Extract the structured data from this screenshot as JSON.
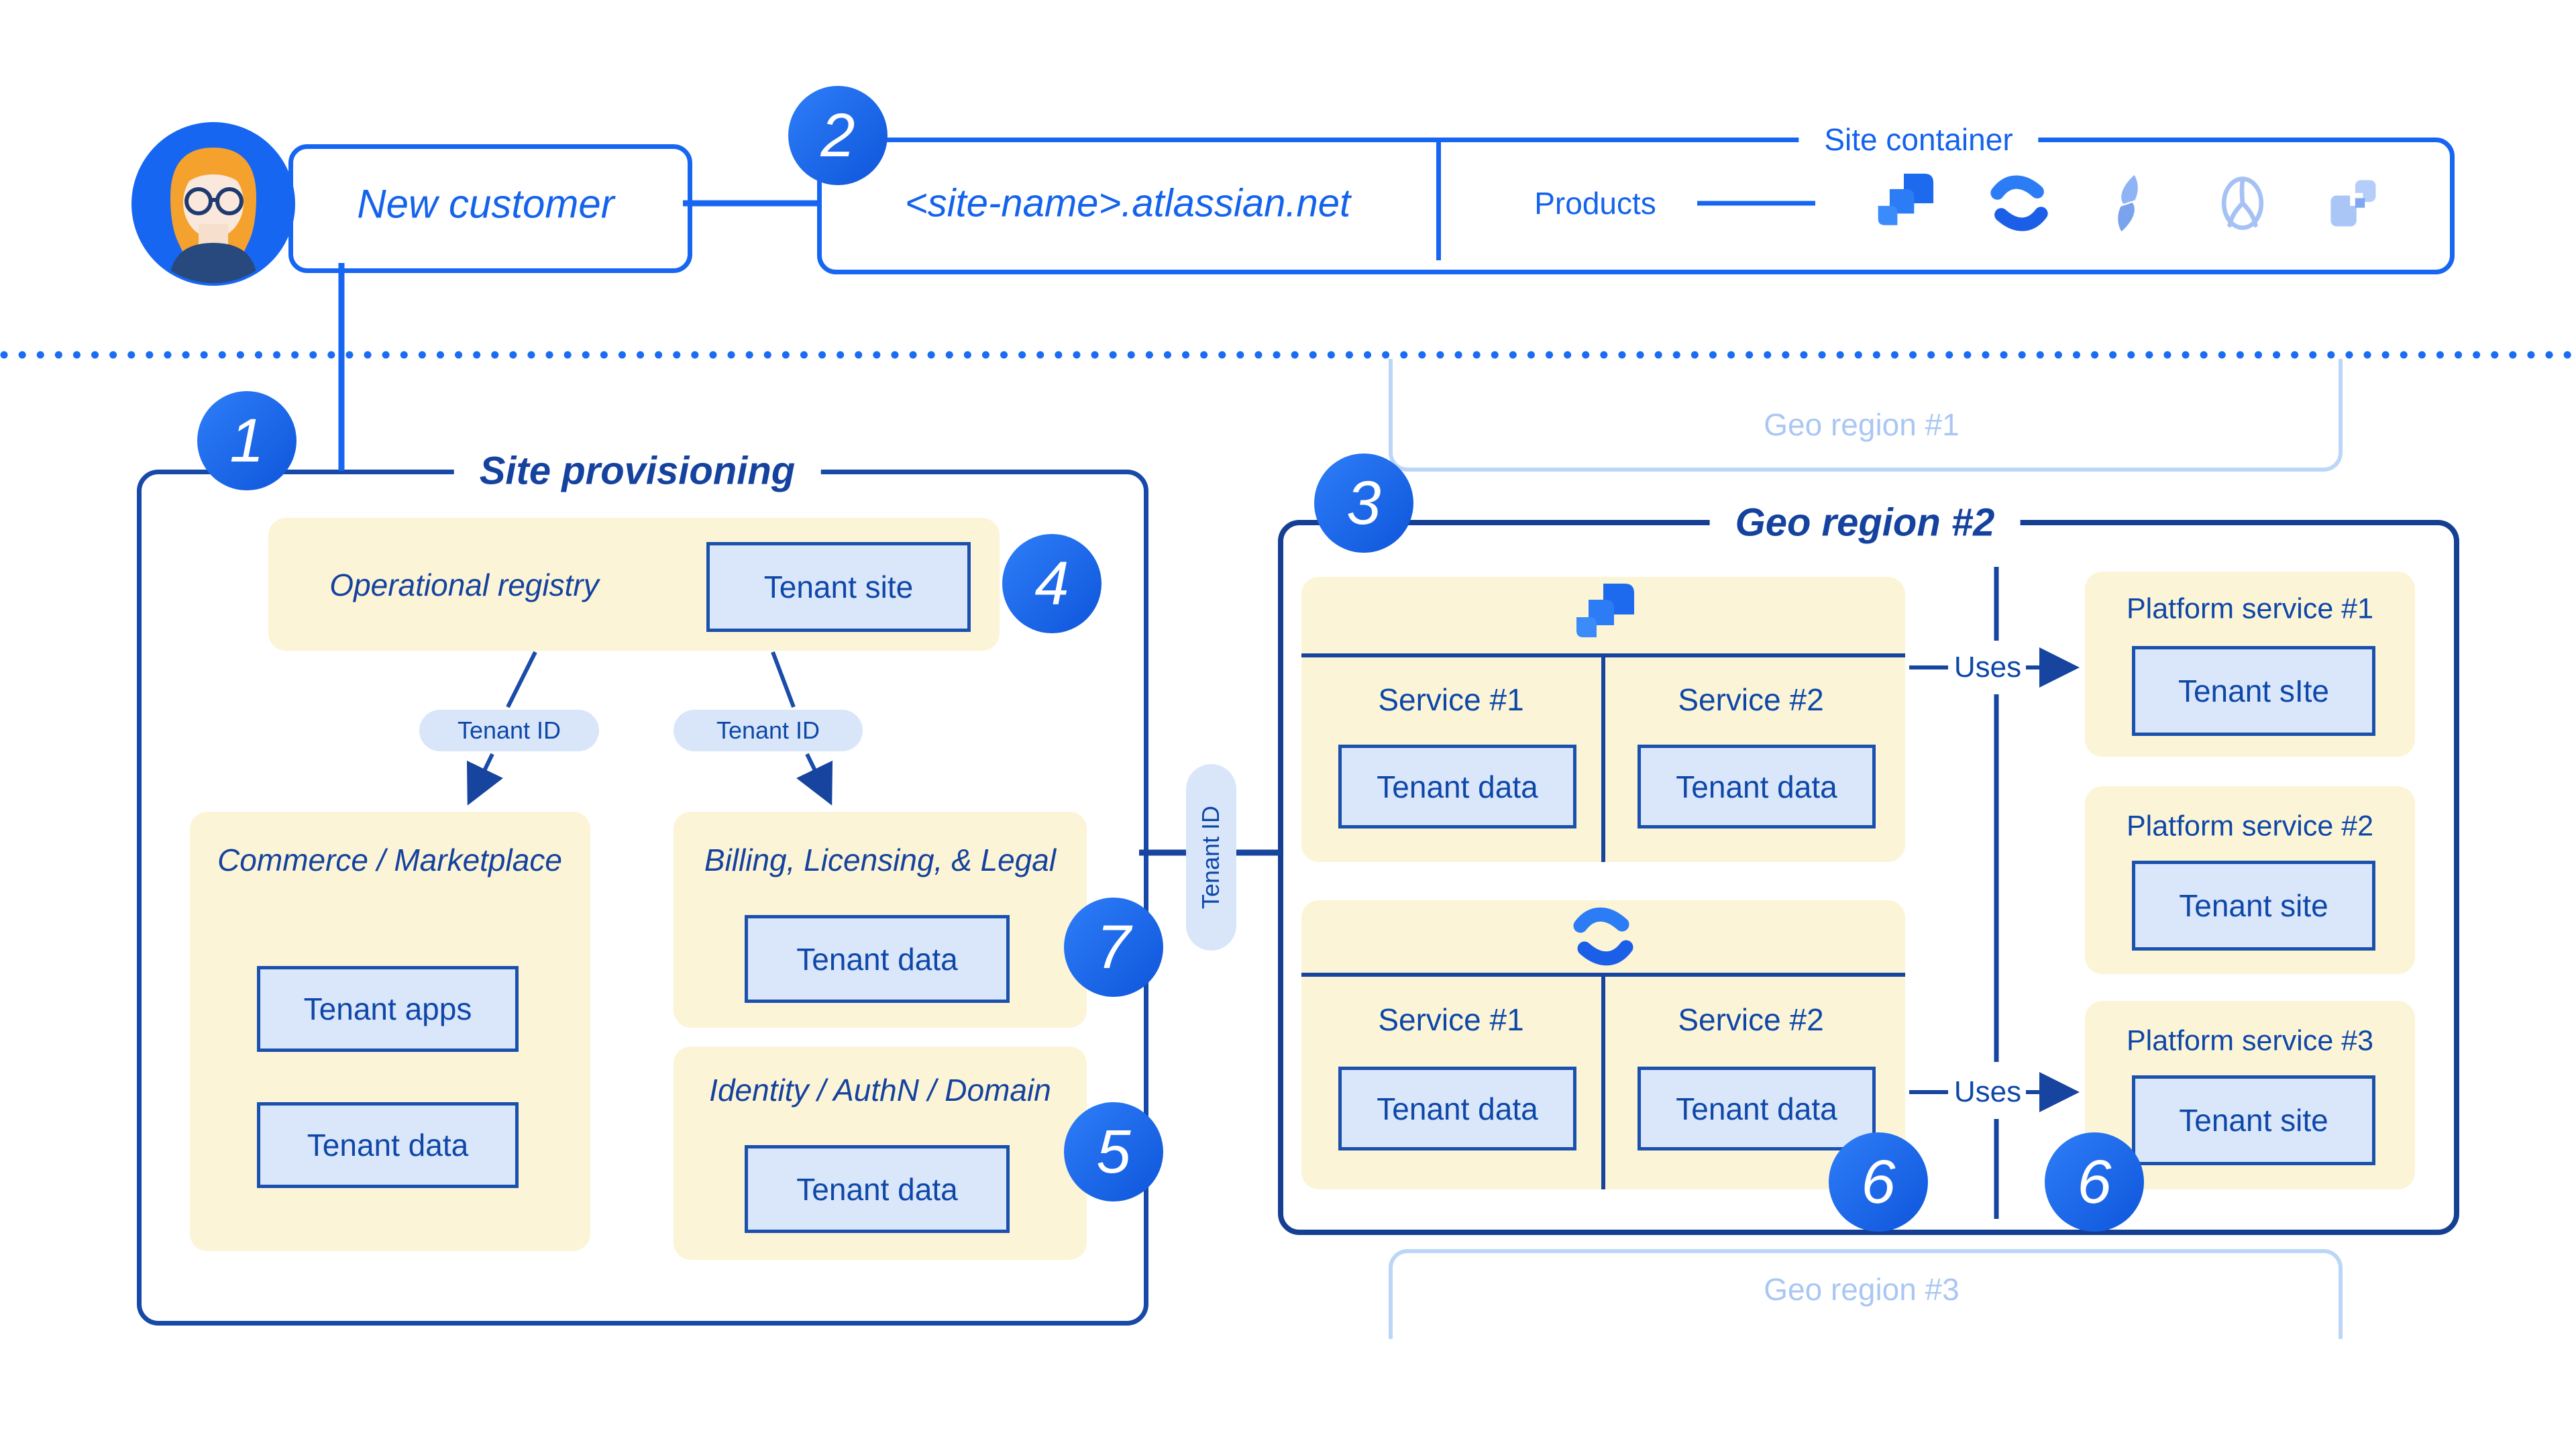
{
  "colors": {
    "bright_blue": "#1766F2",
    "navy_line": "#17449E",
    "navy_text": "#0D47A8",
    "title_navy": "#14429E",
    "cream_fill": "#FCF4D6",
    "light_blue_fill": "#DAE6FA",
    "faded_blue_border": "#BCD6F8",
    "faded_blue_text": "#A9C7F3"
  },
  "top": {
    "customer_label": "New customer",
    "step2_badge": "2",
    "site_url": "<site-name>.atlassian.net",
    "container_label": "Site container",
    "products_label": "Products",
    "product_icons": [
      "jira-icon",
      "confluence-icon",
      "bolt-icon",
      "globe-icon",
      "squares-icon"
    ]
  },
  "provisioning": {
    "step_badge": "1",
    "title": "Site provisioning",
    "registry_title": "Operational registry",
    "registry_step_badge": "4",
    "tenant_site_label": "Tenant site",
    "tenant_id_label": "Tenant ID",
    "commerce_title": "Commerce / Marketplace",
    "tenant_apps_label": "Tenant apps",
    "tenant_data_label": "Tenant data",
    "billing_title": "Billing, Licensing, & Legal",
    "billing_step_badge": "7",
    "identity_title": "Identity / AuthN / Domain",
    "identity_step_badge": "5",
    "link_tenant_id_label": "Tenant ID"
  },
  "geo": {
    "region1_label": "Geo region #1",
    "region3_label": "Geo region #3",
    "region2": {
      "step_badge": "3",
      "title": "Geo region #2",
      "uses_label": "Uses",
      "product_cards": [
        {
          "icon": "jira-icon",
          "service1": "Service #1",
          "service2": "Service #2",
          "tenant_data": "Tenant data"
        },
        {
          "icon": "confluence-icon",
          "service1": "Service #1",
          "service2": "Service #2",
          "tenant_data": "Tenant data"
        }
      ],
      "platform_cards": [
        {
          "title": "Platform service #1",
          "box_label": "Tenant sIte"
        },
        {
          "title": "Platform service #2",
          "box_label": "Tenant site"
        },
        {
          "title": "Platform service #3",
          "box_label": "Tenant site"
        }
      ],
      "step_badge_6": "6"
    }
  }
}
